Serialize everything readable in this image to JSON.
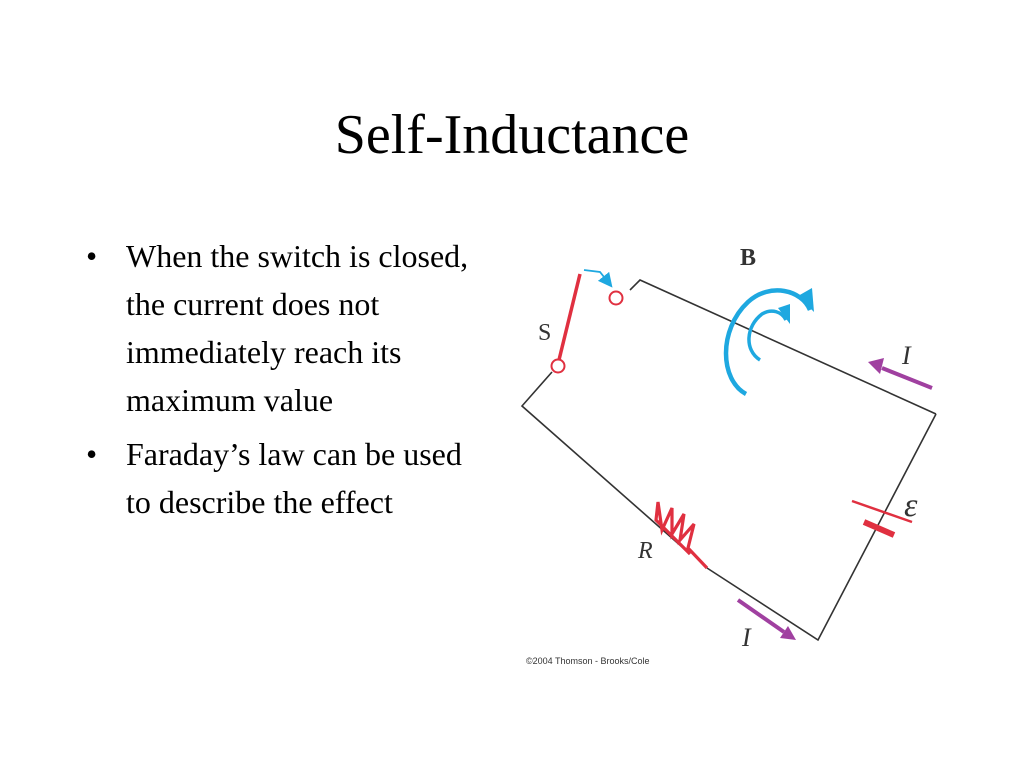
{
  "title": "Self-Inductance",
  "bullets": [
    {
      "text": "When the switch is closed, the current does not immediately reach its maximum value"
    },
    {
      "text": "Faraday’s law can be used to describe the effect"
    }
  ],
  "bullet_glyph": "•",
  "figure": {
    "label_field": "B",
    "label_switch": "S",
    "label_current_top": "I",
    "label_current_bottom": "I",
    "label_resistor": "R",
    "label_emf": "ε",
    "credit": "©2004 Thomson - Brooks/Cole",
    "colors": {
      "wire": "#333333",
      "switch": "#e03040",
      "resistor": "#e03040",
      "battery": "#e03040",
      "field": "#1ea8e0",
      "current_arrow": "#a040a0"
    }
  }
}
